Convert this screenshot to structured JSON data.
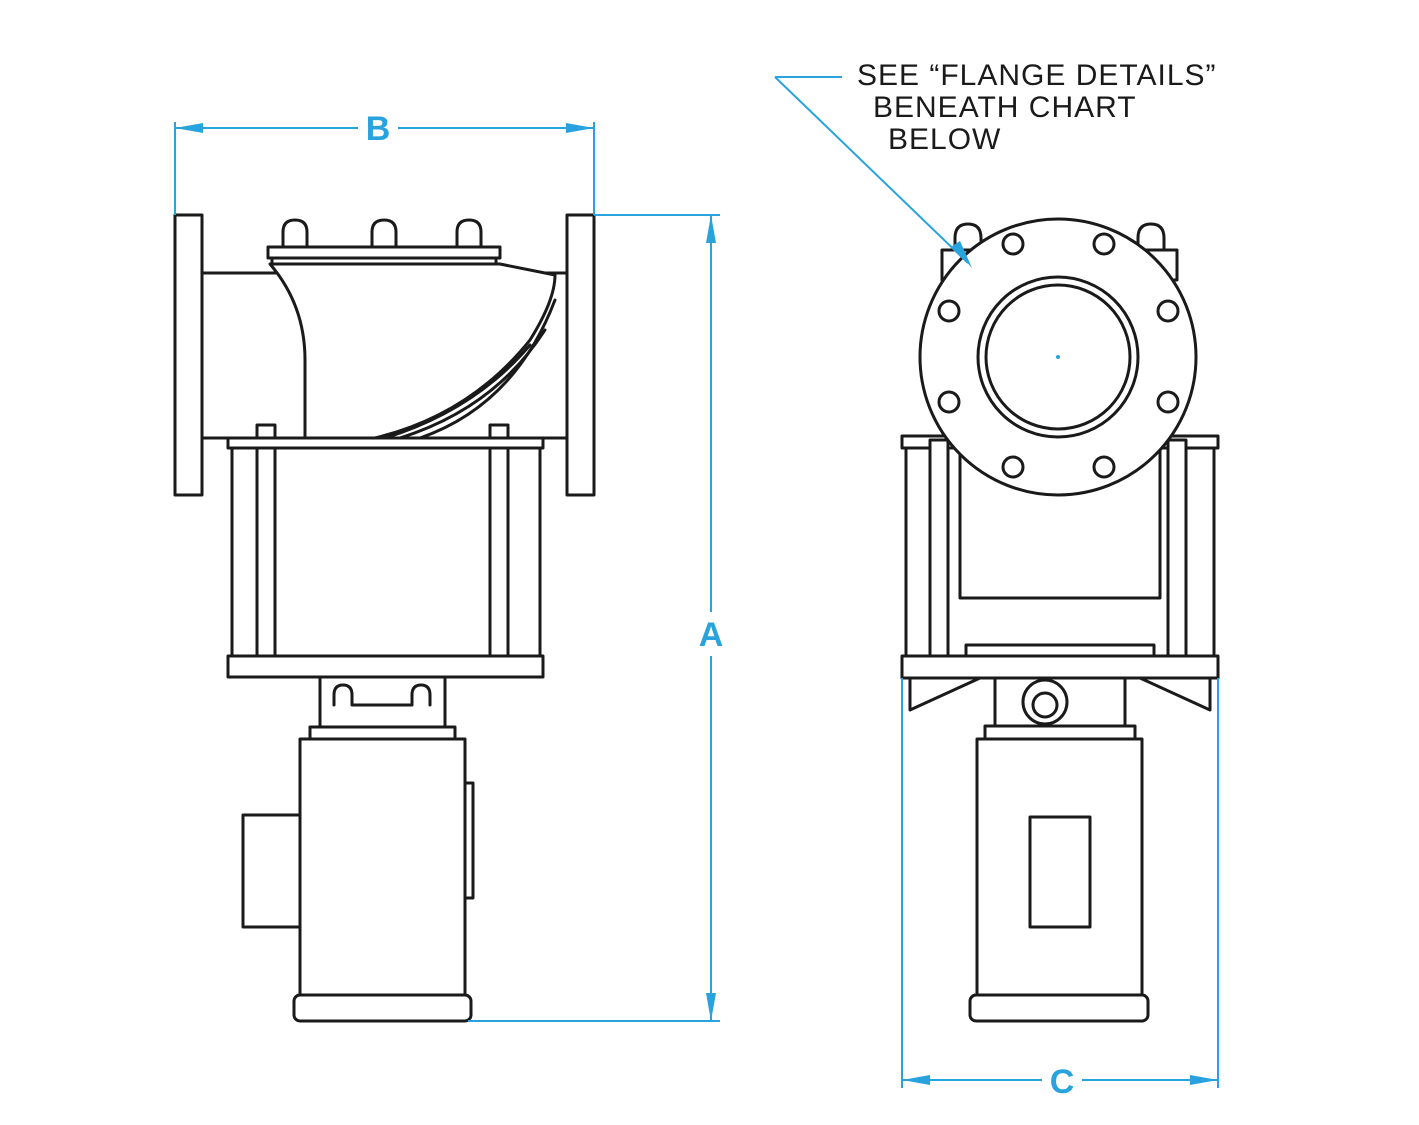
{
  "dimensions": {
    "a_label": "A",
    "b_label": "B",
    "c_label": "C"
  },
  "callout": {
    "line1": "SEE “FLANGE  DETAILS”",
    "line2": "BENEATH  CHART",
    "line3": "BELOW"
  },
  "colors": {
    "dimension": "#29a3dd",
    "linework": "#1a1a1a"
  }
}
